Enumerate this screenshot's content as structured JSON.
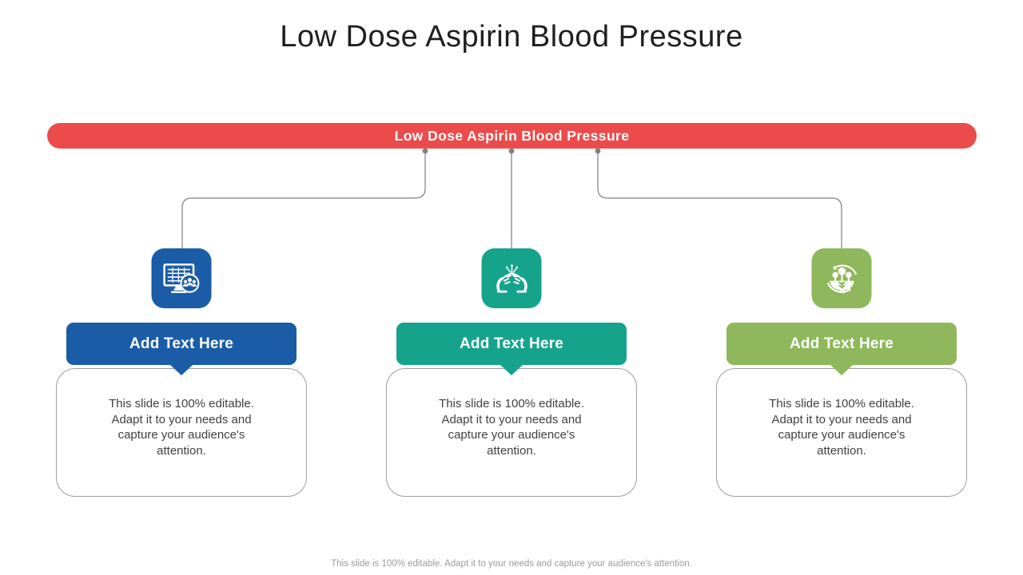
{
  "slide_title": "Low Dose Aspirin Blood Pressure",
  "banner": {
    "label": "Low Dose Aspirin Blood Pressure"
  },
  "columns": [
    {
      "header": "Add Text Here",
      "body": "This slide is 100% editable. Adapt it to your needs and capture your audience's attention.",
      "icon": "monitor-report-team-icon"
    },
    {
      "header": "Add Text Here",
      "body": "This slide is 100% editable. Adapt it to your needs and capture your audience's attention.",
      "icon": "caring-hands-growth-icon"
    },
    {
      "header": "Add Text Here",
      "body": "This slide is 100% editable. Adapt it to your needs and capture your audience's attention.",
      "icon": "ecosystem-bowl-icon"
    }
  ],
  "footer": {
    "text": "This slide is 100% editable. Adapt it to your needs and capture your audience's attention."
  },
  "colors": {
    "banner_red": "#EC4B4B",
    "column1_blue": "#1B5CA6",
    "column2_teal": "#16A38C",
    "column3_green": "#8EB85B",
    "connector_gray": "#7F7F7F",
    "title_text": "#1F1F1F",
    "body_text": "#404040",
    "footer_text": "#9B9B9B",
    "card_border": "#9E9E9E"
  }
}
